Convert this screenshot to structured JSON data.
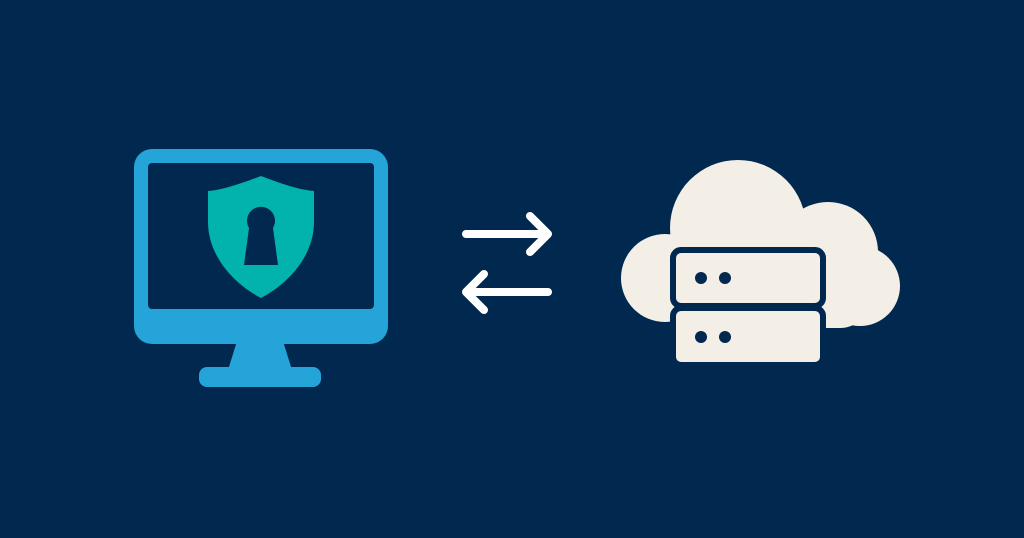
{
  "colors": {
    "background": "#01284f",
    "monitor": "#25a4d9",
    "screen": "#01284f",
    "shield": "#02b3ad",
    "keyhole": "#01284f",
    "arrows": "#ffffff",
    "cloud": "#f4efe6",
    "server_outline": "#01284f",
    "server_lights": "#01284f"
  },
  "diagram": {
    "nodes": [
      {
        "id": "secure-computer",
        "icons": [
          "monitor-icon",
          "shield-icon",
          "keyhole-icon"
        ]
      },
      {
        "id": "cloud-server",
        "icons": [
          "cloud-icon",
          "server-icon"
        ]
      }
    ],
    "connections": [
      {
        "from": "secure-computer",
        "to": "cloud-server",
        "icon": "arrow-right-icon"
      },
      {
        "from": "cloud-server",
        "to": "secure-computer",
        "icon": "arrow-left-icon"
      }
    ]
  }
}
